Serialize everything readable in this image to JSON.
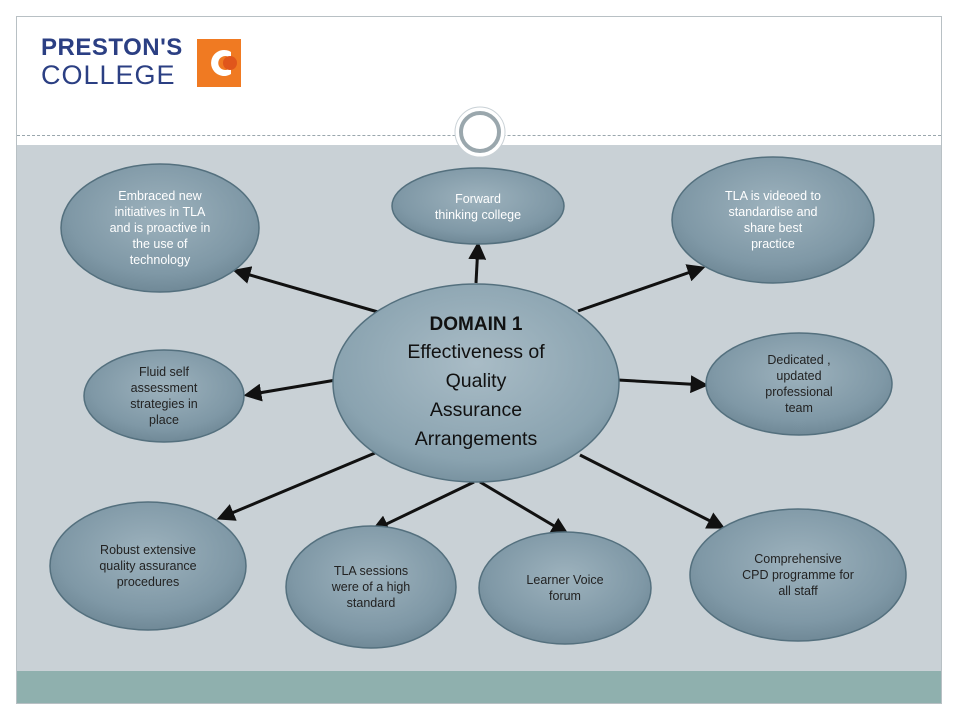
{
  "header": {
    "logo": {
      "line1": "PRESTON'S",
      "line2": "COLLEGE"
    }
  },
  "colors": {
    "accent_orange": "#f07a22",
    "brand_blue": "#2b3f83",
    "node_fill": "#7f98a6",
    "content_bg": "#c9d1d6",
    "footer_band": "#8fb0ae",
    "arrow": "#111111"
  },
  "diagram": {
    "center": {
      "title": "DOMAIN 1",
      "subtitle": "Effectiveness of\nQuality\nAssurance\nArrangements"
    },
    "nodes": [
      {
        "id": "embraced",
        "label": "Embraced new\ninitiatives in TLA\nand is proactive in\nthe use of\ntechnology"
      },
      {
        "id": "forward",
        "label": "Forward\nthinking college"
      },
      {
        "id": "videoed",
        "label": "TLA  is videoed to\nstandardise and\nshare best\npractice"
      },
      {
        "id": "fluid",
        "label": "Fluid self\nassessment\nstrategies in\nplace"
      },
      {
        "id": "dedicated",
        "label": "Dedicated ,\nupdated\nprofessional\nteam"
      },
      {
        "id": "robust",
        "label": "Robust extensive\nquality assurance\nprocedures"
      },
      {
        "id": "tla-sessions",
        "label": "TLA  sessions\nwere of a high\nstandard"
      },
      {
        "id": "learner-voice",
        "label": "Learner Voice\nforum"
      },
      {
        "id": "cpd",
        "label": "Comprehensive\nCPD programme for\nall staff"
      }
    ]
  }
}
